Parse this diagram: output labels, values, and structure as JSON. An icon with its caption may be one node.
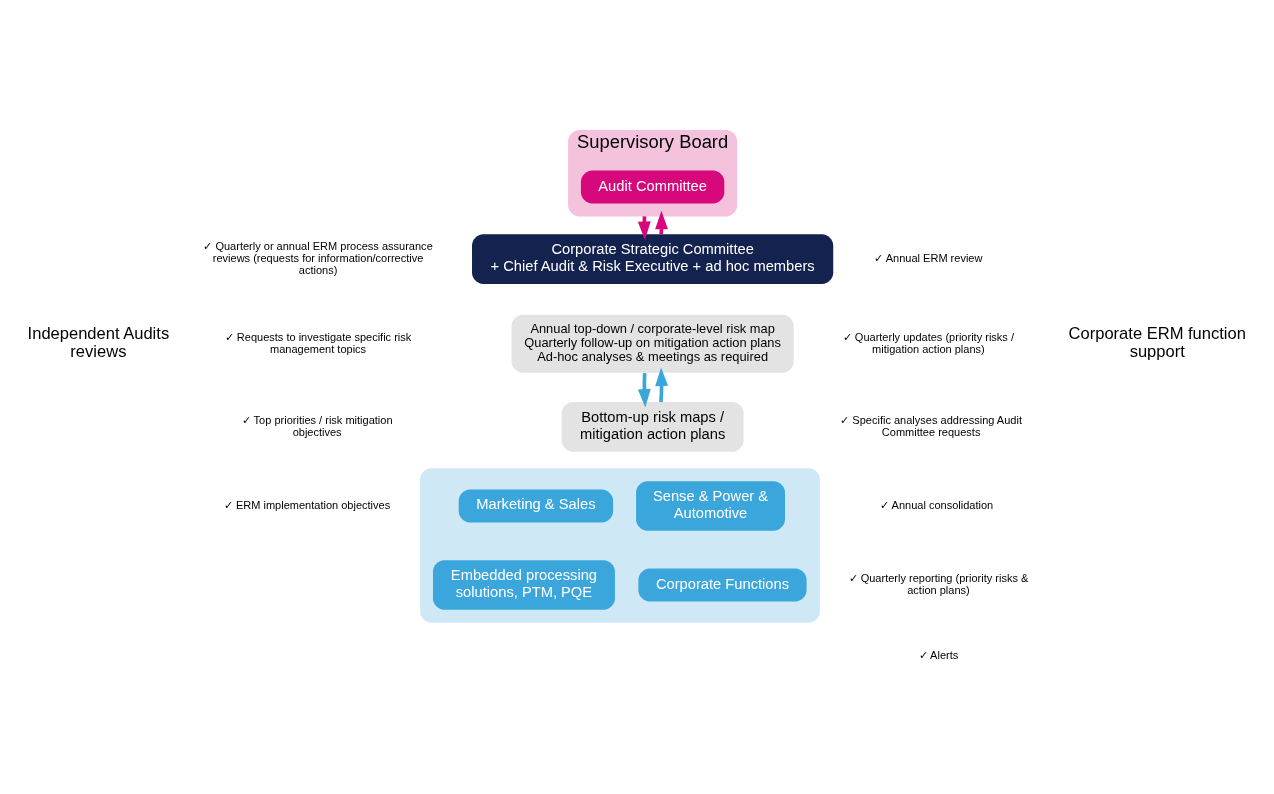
{
  "diagram": {
    "nodes": [
      {
        "text": [
          "Supervisory Board"
        ]
      },
      {
        "text": [
          "Audit Committee"
        ],
        "in": 0
      },
      {
        "text": [
          "Corporate Strategic Committee",
          "+ Chief Audit & Risk Executive + ad hoc members"
        ]
      },
      {
        "text": [
          "Annual top-down / corporate-level risk map",
          "Quarterly follow-up on mitigation action plans",
          "Ad-hoc analyses & meetings as required"
        ]
      },
      {
        "text": [
          "Bottom-up risk maps / mitigation action plans"
        ]
      },
      {
        "text": [],
        "shape": "box"
      },
      {
        "text": [
          "Marketing & Sales"
        ],
        "in": 5
      },
      {
        "text": [
          "Embedded processing solutions, PTM, PQE"
        ],
        "in": 5
      },
      {
        "text": [
          "Sense & Power & Automotive"
        ],
        "in": 5
      },
      {
        "text": [
          "Corporate Functions"
        ],
        "in": 5
      }
    ],
    "edges": [
      {
        "from": 0,
        "to": 2,
        "arrow": "to",
        "color": "#d6087c"
      },
      {
        "from": 2,
        "to": 0,
        "arrow": "to",
        "color": "#d6087c"
      },
      {
        "from": 3,
        "to": 4,
        "arrow": "to",
        "color": "#3aa6dc"
      },
      {
        "from": 4,
        "to": 3,
        "arrow": "to",
        "color": "#3aa6dc"
      }
    ],
    "labels": [
      "Independent Audits reviews",
      "Corporate ERM function support",
      "✓ Quarterly or annual ERM process assurance reviews (requests for information/corrective actions)",
      "✓ Requests to investigate specific risk management topics",
      "✓ Top priorities / risk mitigation objectives",
      "✓ ERM implementation objectives",
      "✓ Annual ERM review",
      "✓ Quarterly updates (priority risks / mitigation action plans)",
      "✓ Specific analyses addressing Audit Committee requests",
      "✓ Annual consolidation",
      "✓ Quarterly reporting (priority risks & action plans)",
      "✓ Alerts"
    ]
  }
}
